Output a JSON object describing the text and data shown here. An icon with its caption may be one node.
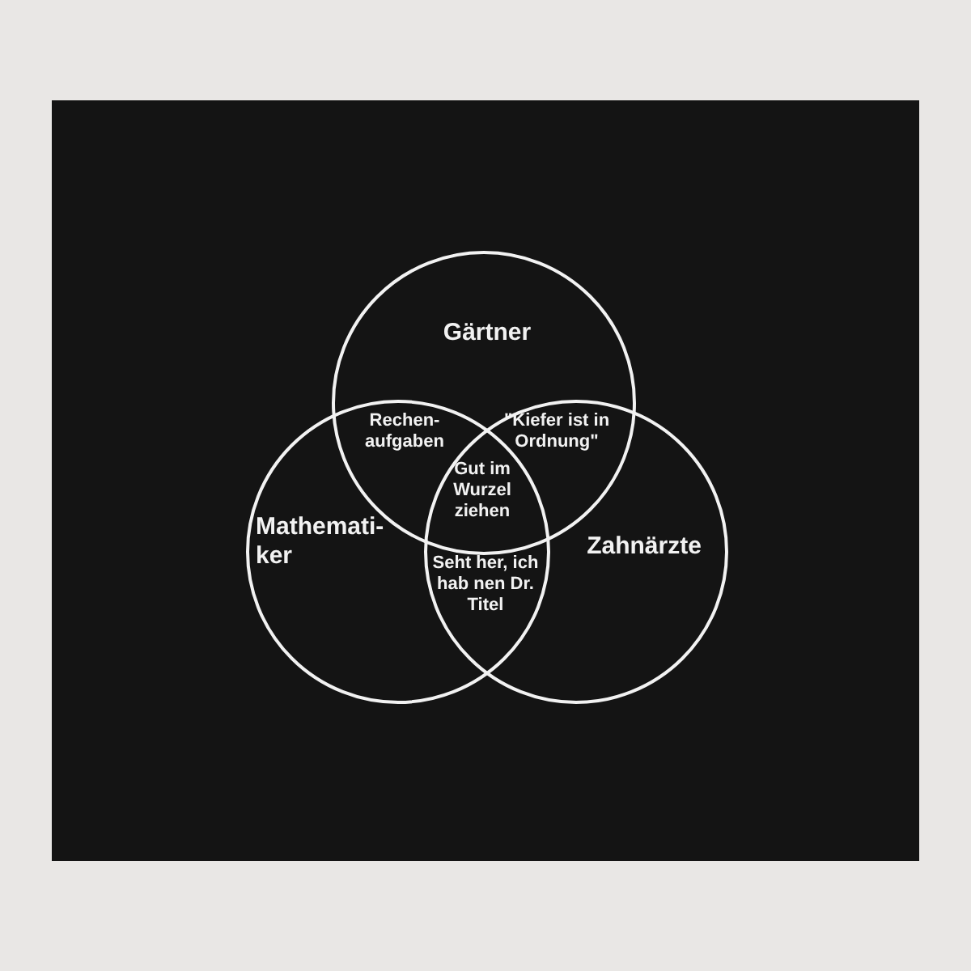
{
  "diagram": {
    "nodes": [
      {
        "text": [
          "Gärtner"
        ]
      },
      {
        "text": [
          "Mathemati- ker"
        ]
      },
      {
        "text": [
          "Zahnärzte"
        ]
      }
    ],
    "labels": [
      "Rechen- aufgaben",
      "\"Kiefer ist in Ordnung\"",
      "Gut im Wurzel ziehen",
      "Seht her, ich hab nen Dr. Titel"
    ]
  }
}
